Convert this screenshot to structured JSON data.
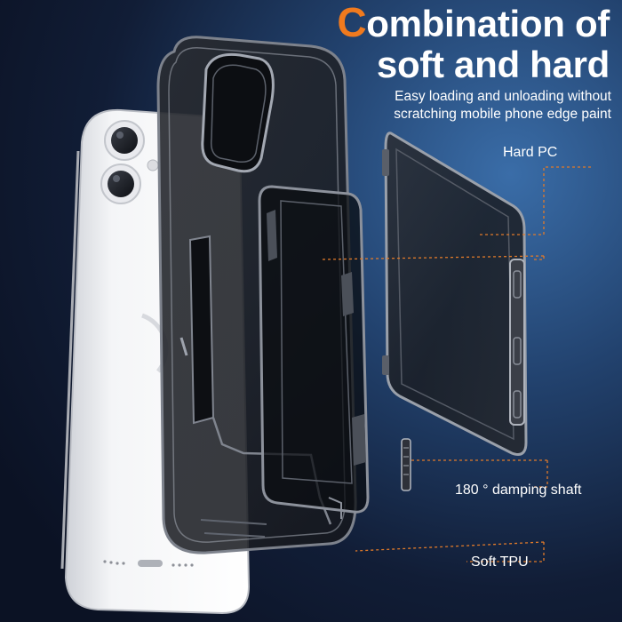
{
  "headline": {
    "accent_letter": "C",
    "line1_rest": "ombination of",
    "line2": "soft and hard"
  },
  "subtitle": {
    "line1": "Easy loading and unloading without",
    "line2": "scratching mobile phone edge paint"
  },
  "callouts": {
    "hard_pc": "Hard PC",
    "damping_shaft": "180 °  damping shaft",
    "soft_tpu": "Soft TPU"
  },
  "colors": {
    "accent": "#f07a1e",
    "leader_line": "#e07a2a",
    "background_dark": "#0b1224",
    "background_light": "#3a6da8",
    "text": "#ffffff"
  }
}
